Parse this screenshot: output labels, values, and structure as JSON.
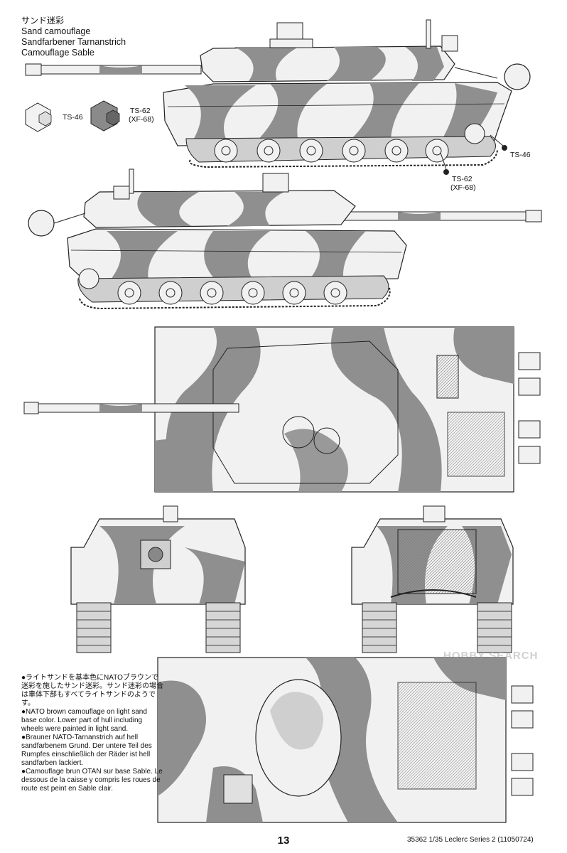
{
  "header": {
    "title_jp": "サンド迷彩",
    "title_en": "Sand camouflage",
    "title_de": "Sandfarbener Tarnanstrich",
    "title_fr": "Camouflage Sable"
  },
  "swatches": [
    {
      "label": "TS-46",
      "color": "#f2f2f2"
    },
    {
      "label_main": "TS-62",
      "label_sub": "(XF-68)",
      "color": "#8a8a8a"
    }
  ],
  "callouts": {
    "ts46": "TS-46",
    "ts62_main": "TS-62",
    "ts62_sub": "(XF-68)"
  },
  "notes": {
    "jp": "●ライトサンドを基本色にNATOブラウンで迷彩を施したサンド迷彩。サンド迷彩の場合は車体下部もすべてライトサンドのようです。",
    "en": "●NATO brown camouflage on light sand base color. Lower part of hull including wheels were painted in light sand.",
    "de": "●Brauner NATO-Tarnanstrich auf hell sandfarbenem Grund. Der untere Teil des Rumpfes einschließlich der Räder ist hell sandfarben lackiert.",
    "fr": "●Camouflage brun OTAN sur base Sable. Le dessous de la caisse y compris les roues de route est peint en Sable clair."
  },
  "footer": {
    "page_number": "13",
    "reference": "35362 1/35 Leclerc Series 2 (11050724)",
    "brand": "HOBBY SEARCH"
  },
  "colors": {
    "base": "#f1f1f1",
    "camo": "#8f8f8f",
    "line": "#2a2a2a"
  }
}
